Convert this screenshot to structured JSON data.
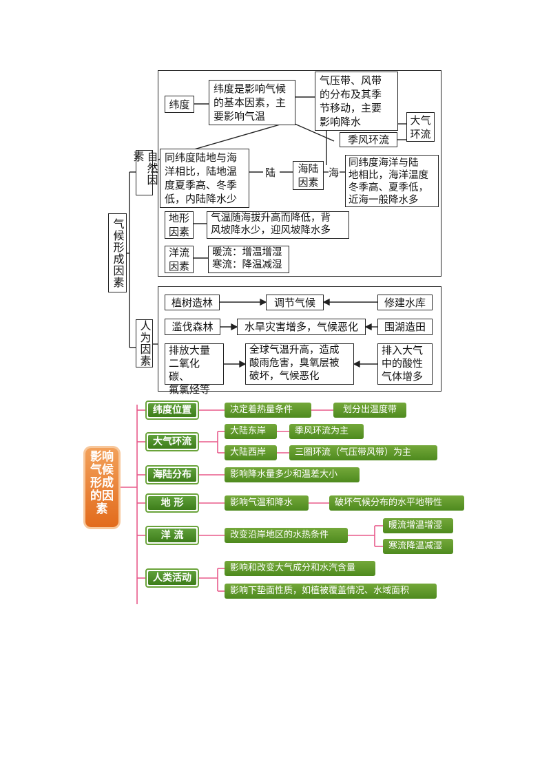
{
  "top": {
    "root_label": "气候形成因素",
    "natural_label": "自然因素",
    "human_label": "人为因素",
    "latitude": "纬度",
    "latitude_basic": [
      "纬度是影响气候",
      "的基本因素，主",
      "要影响气温"
    ],
    "pressure_wind": [
      "气压带、风带",
      "的分布及其季",
      "节移动，主要",
      "影响降水"
    ],
    "atmos_circ": [
      "大气",
      "环流"
    ],
    "monsoon": "季风环流",
    "land_vs_sea": [
      "同纬度陆地与海",
      "洋相比，陆地温",
      "度夏季高、冬季",
      "低，内陆降水少"
    ],
    "land_word": "陆",
    "land_sea": [
      "海陆",
      "因素"
    ],
    "sea_word": "海",
    "sea_vs_land": [
      "同纬度海洋与陆",
      "地相比，海洋温度",
      "冬季高、夏季低，",
      "近海一般降水多"
    ],
    "terrain": [
      "地形",
      "因素"
    ],
    "terrain_desc": [
      "气温随海拔升高而降低，背",
      "风坡降水少，迎风坡降水多"
    ],
    "current": [
      "洋流",
      "因素"
    ],
    "current_desc": [
      "暖流：增温增湿",
      "寒流：降温减湿"
    ],
    "afforest": "植树造林",
    "adjust_climate": "调节气候",
    "reservoir": "修建水库",
    "deforest": "滥伐森林",
    "disaster": "水旱灾害增多，气候恶化",
    "reclaim": "围湖造田",
    "emit": [
      "排放大量",
      "二氧化碳、",
      "氟氯烃等"
    ],
    "global_effect": [
      "全球气温升高，造成",
      "酸雨危害，臭氧层被",
      "破坏，气候恶化"
    ],
    "acid_gas": [
      "排入大气",
      "中的酸性",
      "气体增多"
    ]
  },
  "bottom": {
    "root_label": [
      "影响",
      "气候",
      "形成",
      "的因",
      "素"
    ],
    "latitude_pos": "纬度位置",
    "heat_cond": "决定着热量条件",
    "temp_zones": "划分出温度带",
    "atmos_circ": "大气环流",
    "east_coast": "大陆东岸",
    "monsoon_main": "季风环流为主",
    "west_coast": "大陆西岸",
    "three_cell": "三圈环流（气压带风带）为主",
    "land_sea": "海陆分布",
    "precip_temp": "影响降水量多少和温差大小",
    "terrain": "地  形",
    "temp_precip": "影响气温和降水",
    "horizontal": "破坏气候分布的水平地带性",
    "current": "洋  流",
    "coastal": "改变沿岸地区的水热条件",
    "warm": "暖流增温增湿",
    "cold": "寒流降温减湿",
    "human": "人类活动",
    "atmos_comp": "影响和改变大气成分和水汽含量",
    "surface": "影响下垫面性质，如植被覆盖情况、水域面积"
  },
  "colors": {
    "green": "#4e8a1e",
    "orange": "#e26b1c",
    "pink_line": "#e85a8a"
  }
}
